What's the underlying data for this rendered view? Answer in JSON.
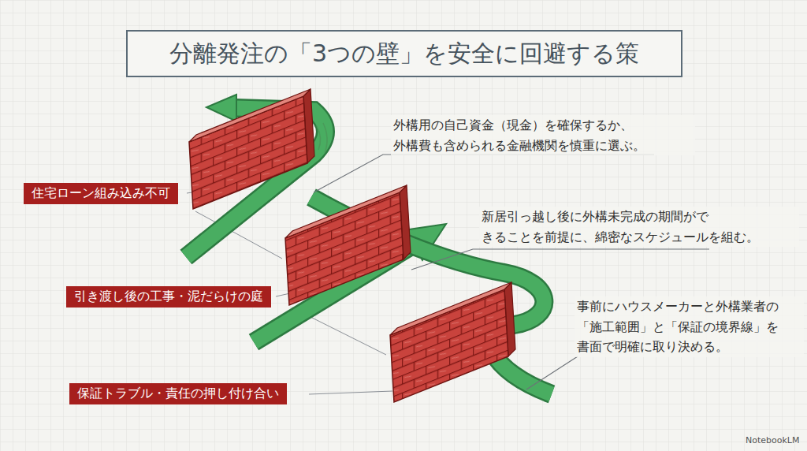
{
  "diagram": {
    "title": "分離発注の「3つの壁」を安全に回避する策",
    "nodes": [
      {
        "text": [
          "住宅ローン組み込み不可"
        ]
      },
      {
        "text": [
          "引き渡し後の工事・泥だらけの庭"
        ]
      },
      {
        "text": [
          "保証トラブル・責任の押し付け合い"
        ]
      }
    ],
    "labels": [
      "外構用の自己資金（現金）を確保するか、 外構費も含められる金融機関を慎重に選ぶ。",
      "新居引っ越し後に外構未完成の期間がで きることを前提に、綿密なスケジュールを組む。",
      "事前にハウスメーカーと外構業者の 「施工範囲」と「保証の境界線」を 書面で明確に取り決める。",
      "NotebookLM"
    ]
  }
}
